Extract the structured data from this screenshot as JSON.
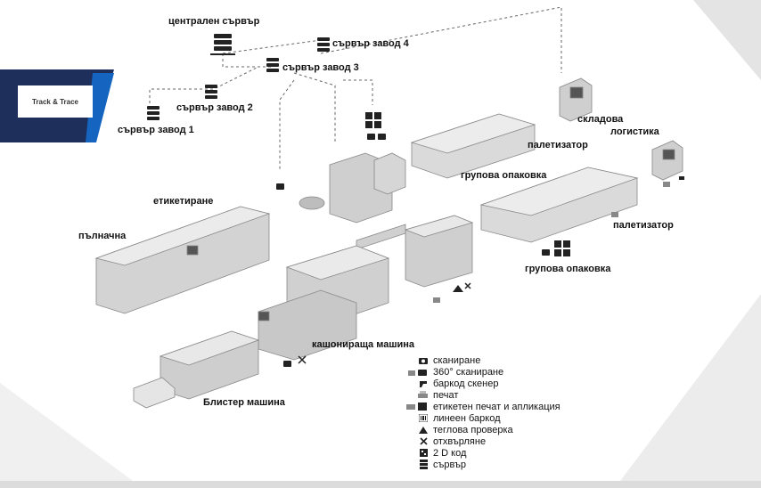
{
  "badge": {
    "label": "Track & Trace"
  },
  "servers": {
    "central": "централен сървър",
    "plant1": "сървър завод 1",
    "plant2": "сървър завод 2",
    "plant3": "сървър завод 3",
    "plant4": "сървър завод 4"
  },
  "stations": {
    "warehouse": "складова",
    "logistics": "логистика",
    "palletizer_top": "палетизатор",
    "group_pack_top": "групова опаковка",
    "palletizer_bottom": "палетизатор",
    "group_pack_bottom": "групова опаковка",
    "labeling": "етикетиране",
    "filling": "пълначна",
    "cartoning": "кашониращa машина",
    "blister": "Блистер машина"
  },
  "legend": [
    {
      "icon": "camera-icon",
      "label": "сканиране"
    },
    {
      "icon": "camera-360-icon",
      "label": "360° сканиране"
    },
    {
      "icon": "barcode-scanner-icon",
      "label": "баркод скенер"
    },
    {
      "icon": "printer-icon",
      "label": "печат"
    },
    {
      "icon": "label-print-apply-icon",
      "label": "етикетен печат и апликация"
    },
    {
      "icon": "linear-barcode-icon",
      "label": "линеен баркод"
    },
    {
      "icon": "weight-check-icon",
      "label": "теглова проверка"
    },
    {
      "icon": "reject-icon",
      "label": "отхвърляне"
    },
    {
      "icon": "datamatrix-icon",
      "label": "2 D код"
    },
    {
      "icon": "server-icon",
      "label": "сървър"
    }
  ],
  "colors": {
    "navy": "#1f2f5c",
    "blue": "#1565c0",
    "grey_bg": "#e6e6e6",
    "machine": "#c9c9c9"
  }
}
